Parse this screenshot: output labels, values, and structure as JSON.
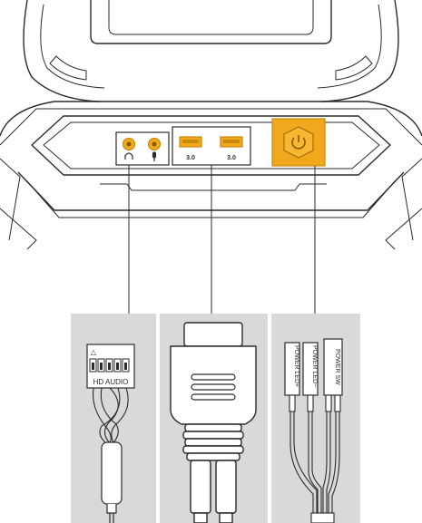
{
  "front_panel": {
    "usb_ports": [
      {
        "label": "3.0"
      },
      {
        "label": "3.0"
      }
    ],
    "audio_jacks": [
      {
        "icon": "headphone-icon"
      },
      {
        "icon": "microphone-icon"
      }
    ],
    "power_button": {
      "icon": "power-icon"
    }
  },
  "connectors": {
    "hd_audio": {
      "label": "HD AUDIO",
      "pin_marker": "△"
    },
    "usb3_header": {
      "icon": "usb3-header-plug"
    },
    "power_leads": [
      {
        "label": "POWER LED+"
      },
      {
        "label": "POWER LED−"
      },
      {
        "label": "POWER SW"
      }
    ]
  },
  "colors": {
    "gold": "#F2A81D",
    "gold_dark": "#C98A10",
    "line": "#2b2b2b",
    "panel_gray": "#d9d9d9"
  }
}
